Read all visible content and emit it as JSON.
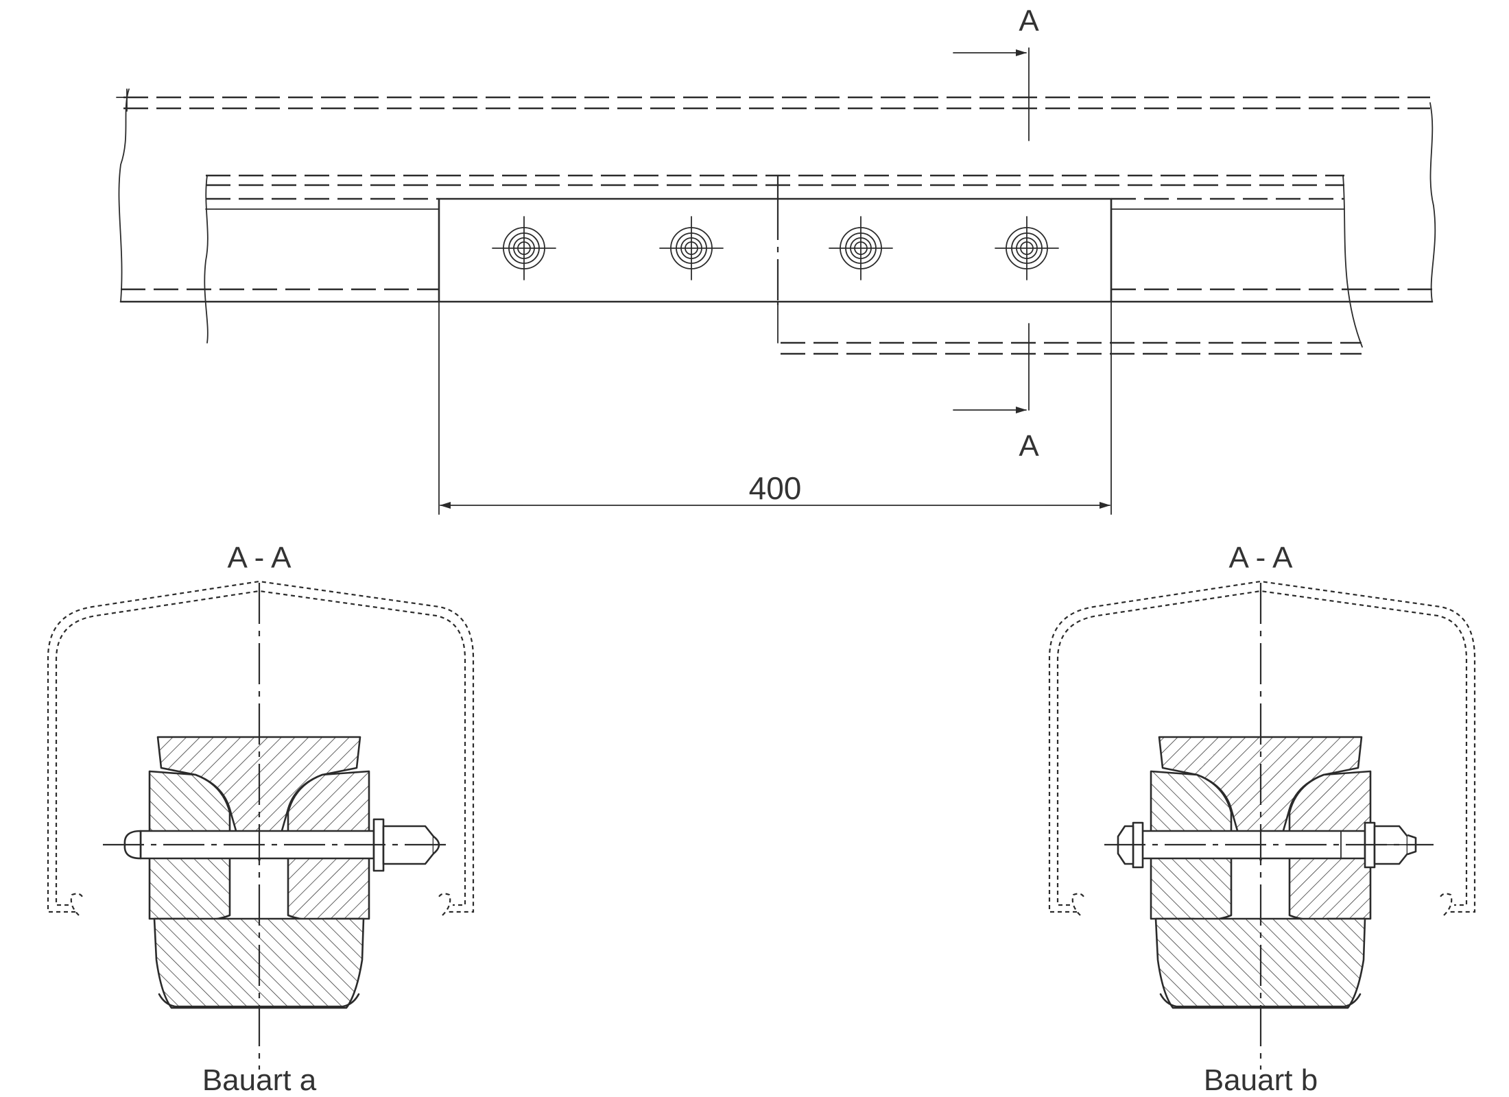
{
  "labels": {
    "section_top": "A",
    "section_bottom": "A",
    "dimension": "400",
    "section_left_title": "A - A",
    "section_right_title": "A - A",
    "caption_left": "Bauart a",
    "caption_right": "Bauart b"
  },
  "icons": {
    "bolt_hole": "concentric-circle-crosshair-icon",
    "section_arrow": "arrow-right-icon",
    "dimension_arrow": "double-arrow-icon"
  },
  "colors": {
    "line": "#2b2b2b",
    "background": "#ffffff"
  }
}
